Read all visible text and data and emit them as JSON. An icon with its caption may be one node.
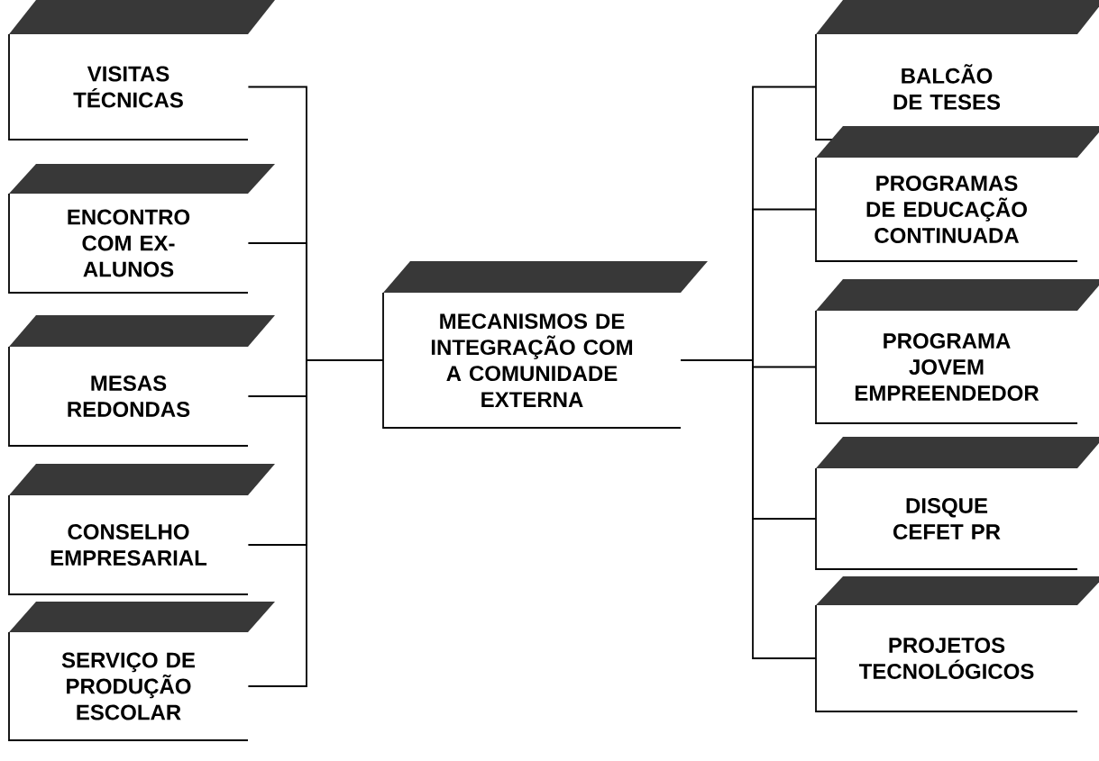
{
  "diagram": {
    "nodes": [
      {
        "text": [
          "MECANISMOS DE INTEGRAÇÃO COM A COMUNIDADE EXTERNA"
        ]
      },
      {
        "text": [
          "VISITAS TÉCNICAS"
        ]
      },
      {
        "text": [
          "ENCONTRO COM EX-ALUNOS"
        ]
      },
      {
        "text": [
          "MESAS REDONDAS"
        ]
      },
      {
        "text": [
          "CONSELHO EMPRESARIAL"
        ]
      },
      {
        "text": [
          "SERVIÇO DE PRODUÇÃO ESCOLAR"
        ]
      },
      {
        "text": [
          "BALCÃO DE TESES"
        ]
      },
      {
        "text": [
          "PROGRAMAS DE EDUCAÇÃO CONTINUADA"
        ]
      },
      {
        "text": [
          "PROGRAMA JOVEM EMPREENDEDOR"
        ]
      },
      {
        "text": [
          "DISQUE CEFET PR"
        ]
      },
      {
        "text": [
          "PROJETOS TECNOLÓGICOS"
        ]
      }
    ],
    "edges": [
      {
        "from": 0,
        "to": 1,
        "arrow": "none"
      },
      {
        "from": 0,
        "to": 2,
        "arrow": "none"
      },
      {
        "from": 0,
        "to": 3,
        "arrow": "none"
      },
      {
        "from": 0,
        "to": 4,
        "arrow": "none"
      },
      {
        "from": 0,
        "to": 5,
        "arrow": "none"
      },
      {
        "from": 0,
        "to": 6,
        "arrow": "none"
      },
      {
        "from": 0,
        "to": 7,
        "arrow": "none"
      },
      {
        "from": 0,
        "to": 8,
        "arrow": "none"
      },
      {
        "from": 0,
        "to": 9,
        "arrow": "none"
      },
      {
        "from": 0,
        "to": 10,
        "arrow": "none"
      }
    ]
  }
}
